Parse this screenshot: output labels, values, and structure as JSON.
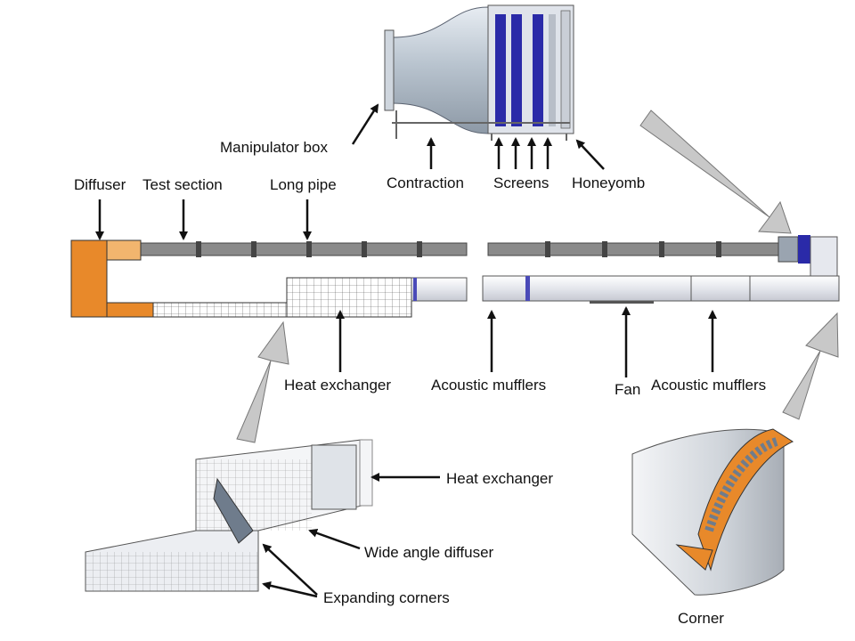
{
  "labels": {
    "manipulator_box": "Manipulator box",
    "contraction": "Contraction",
    "screens": "Screens",
    "honeycomb": "Honeyomb",
    "diffuser": "Diffuser",
    "test_section": "Test section",
    "long_pipe": "Long pipe",
    "heat_exchanger_main": "Heat exchanger",
    "acoustic_mufflers_1": "Acoustic mufflers",
    "fan": "Fan",
    "acoustic_mufflers_2": "Acoustic mufflers",
    "heat_exchanger_detail": "Heat exchanger",
    "wide_angle_diffuser": "Wide angle diffuser",
    "expanding_corners": "Expanding corners",
    "corner": "Corner"
  },
  "colors": {
    "diffuser_orange": "#e8892a",
    "screen_blue": "#2a2aa8",
    "pipe_gray": "#8a8a8a",
    "callout_arrow_gray": "#c8c8c8"
  }
}
